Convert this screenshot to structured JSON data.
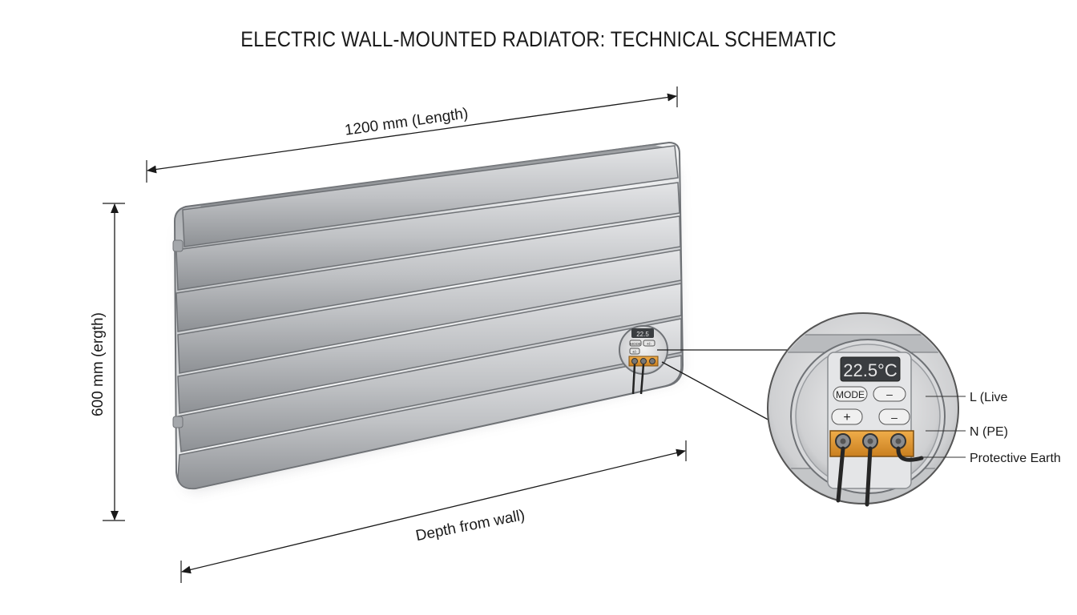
{
  "title": "ELECTRIC WALL-MOUNTED RADIATOR: TECHNICAL SCHEMATIC",
  "dimensions": {
    "length_label": "1200 mm (Length)",
    "height_label": "600 mm (ergth)",
    "depth_label": "Depth from wall)"
  },
  "control_panel": {
    "display": "22.5°C",
    "mini_display": "22.5",
    "buttons": {
      "mode": "MODE",
      "minus_top": "–",
      "plus": "+",
      "minus_bottom": "–"
    },
    "mini_buttons": {
      "top": "MODE",
      "right": "+/-",
      "bottom_left": "+/-"
    }
  },
  "terminals": {
    "live": "L (Live",
    "neutral": "N (PE)",
    "earth": "Protective Earth"
  },
  "colors": {
    "panel_steel": "#b8babd",
    "terminal_block": "#d9922e",
    "display_bg": "#3a3d40",
    "display_text": "#e6e6e6",
    "line": "#1a1a1a"
  },
  "icons": [
    "terminal-screw-icon",
    "cable-icon"
  ]
}
